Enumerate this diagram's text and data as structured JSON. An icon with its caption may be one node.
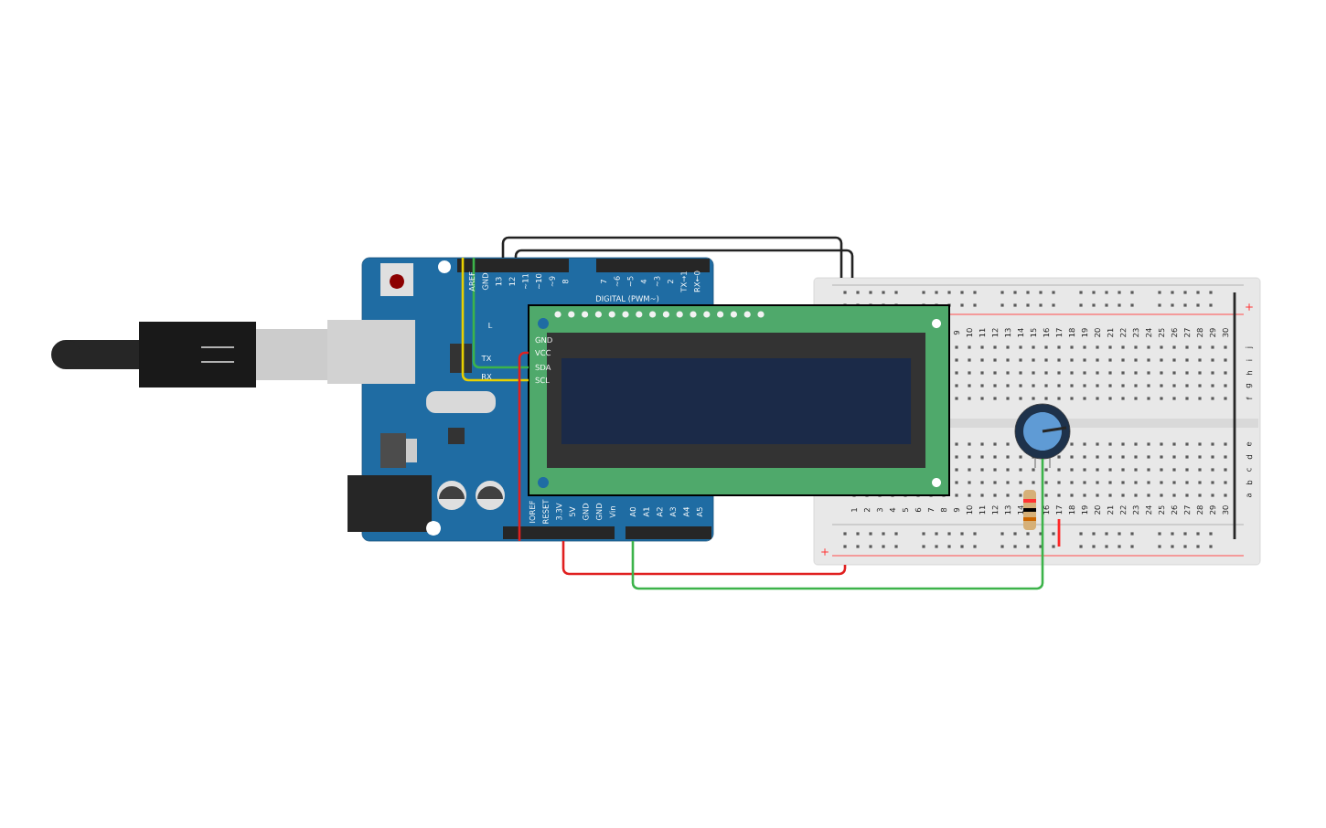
{
  "diagram": {
    "nodes": [
      {
        "text": [],
        "shape": "picture"
      },
      {
        "text": [],
        "shape": "picture"
      },
      {
        "text": [
          "GND",
          "VCC",
          "SDA",
          "SCL"
        ]
      },
      {
        "text": [],
        "shape": "picture"
      },
      {
        "text": [],
        "shape": "picture",
        "in": 3
      },
      {
        "text": [],
        "shape": "picture",
        "in": 3
      }
    ],
    "edges": [
      {
        "from": 1,
        "to": 3,
        "arrow": "none",
        "color": "#222222"
      },
      {
        "from": 1,
        "to": 3,
        "arrow": "none",
        "color": "#222222"
      },
      {
        "from": 1,
        "to": 2,
        "arrow": "none",
        "color": "#e8d000"
      },
      {
        "from": 1,
        "to": 2,
        "arrow": "none",
        "color": "#3cb34a"
      },
      {
        "from": 2,
        "to": 1,
        "arrow": "none",
        "color": "#e02020"
      },
      {
        "from": 1,
        "to": 3,
        "arrow": "none",
        "color": "#e02020"
      },
      {
        "from": 1,
        "to": 4,
        "arrow": "none",
        "color": "#3cb34a"
      }
    ],
    "labels": [
      "AREF",
      "GND",
      "13",
      "12",
      "~11",
      "~10",
      "~9",
      "8",
      "7",
      "~6",
      "~5",
      "4",
      "~3",
      "2",
      "TX→1",
      "RX←0",
      "DIGITAL (PWM~)",
      "L",
      "TX",
      "RX",
      "9",
      "10",
      "11",
      "12",
      "13",
      "14",
      "15",
      "16",
      "17",
      "18",
      "19",
      "20",
      "21",
      "22",
      "23",
      "24",
      "25",
      "26",
      "27",
      "28",
      "29",
      "30",
      "j",
      "i",
      "h",
      "g",
      "f",
      "e",
      "d",
      "c",
      "b",
      "a",
      "1",
      "2",
      "3",
      "4",
      "5",
      "6",
      "7",
      "8",
      "9",
      "10",
      "11",
      "12",
      "13",
      "14",
      "16",
      "17",
      "18",
      "19",
      "20",
      "21",
      "22",
      "23",
      "24",
      "25",
      "26",
      "27",
      "28",
      "29",
      "30",
      "IOREF",
      "RESET",
      "3.3V",
      "5V",
      "GND",
      "GND",
      "Vin",
      "A0",
      "A1",
      "A2",
      "A3",
      "A4",
      "A5",
      "+",
      "+"
    ]
  }
}
